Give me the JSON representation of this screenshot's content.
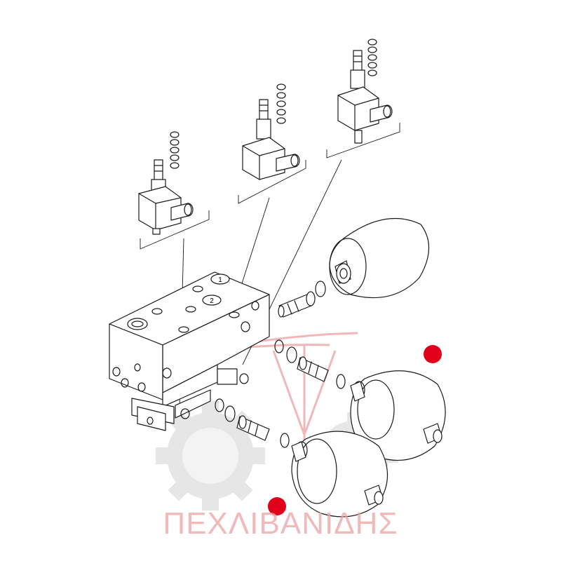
{
  "watermark": {
    "text": "ΠΕΧΛΙΒΑΝΙΔΗΣ",
    "color": "#e9a3a3",
    "gear_color": "#e6e6e6",
    "logo_color": "#f0b8b8"
  },
  "labels": {
    "port_1": "1",
    "port_2": "2"
  },
  "markers": {
    "color": "#e0001a",
    "count": 2
  }
}
